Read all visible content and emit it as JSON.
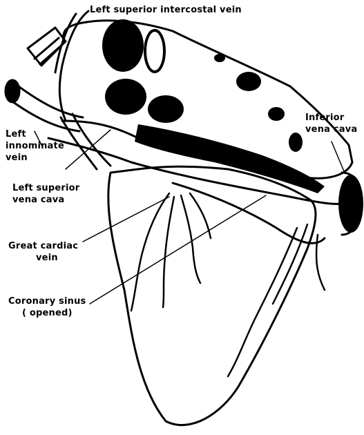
{
  "labels": {
    "left_superior_intercostal_vein": "Left superior intercostal vein",
    "left_innominate_vein": {
      "line1": "Left",
      "line2": "innominate",
      "line3": "vein"
    },
    "left_superior_vena_cava": {
      "line1": "Left superior",
      "line2": "vena cava"
    },
    "great_cardiac_vein": {
      "line1": "Great cardiac",
      "line2": "vein"
    },
    "coronary_sinus": {
      "line1": "Coronary sinus",
      "line2": "( opened)"
    },
    "inferior_vena_cava": {
      "line1": "Inferior",
      "line2": "vena cava"
    }
  }
}
